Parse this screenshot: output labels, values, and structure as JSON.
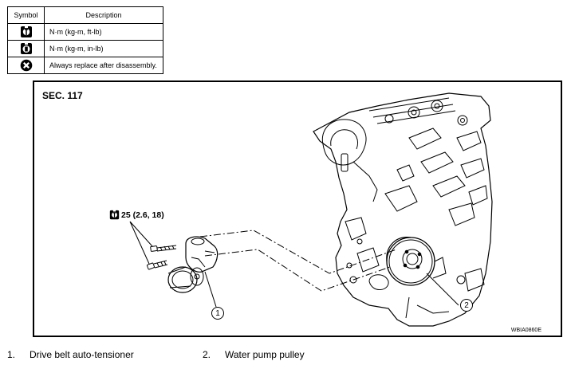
{
  "legend": {
    "header_symbol": "Symbol",
    "header_description": "Description",
    "rows": [
      {
        "icon": "torque-wrench-ft-lb-icon",
        "description": "N·m (kg-m, ft-lb)"
      },
      {
        "icon": "torque-wrench-in-lb-icon",
        "description": "N·m (kg-m, in-lb)"
      },
      {
        "icon": "always-replace-icon",
        "description": "Always replace after disassembly."
      }
    ]
  },
  "figure": {
    "section": "SEC. 117",
    "torque_spec": "25 (2.6, 18)",
    "figure_id": "WBIA0860E",
    "callouts": [
      "1",
      "2"
    ]
  },
  "parts": [
    {
      "number": "1.",
      "name": "Drive belt auto-tensioner"
    },
    {
      "number": "2.",
      "name": "Water pump pulley"
    }
  ]
}
